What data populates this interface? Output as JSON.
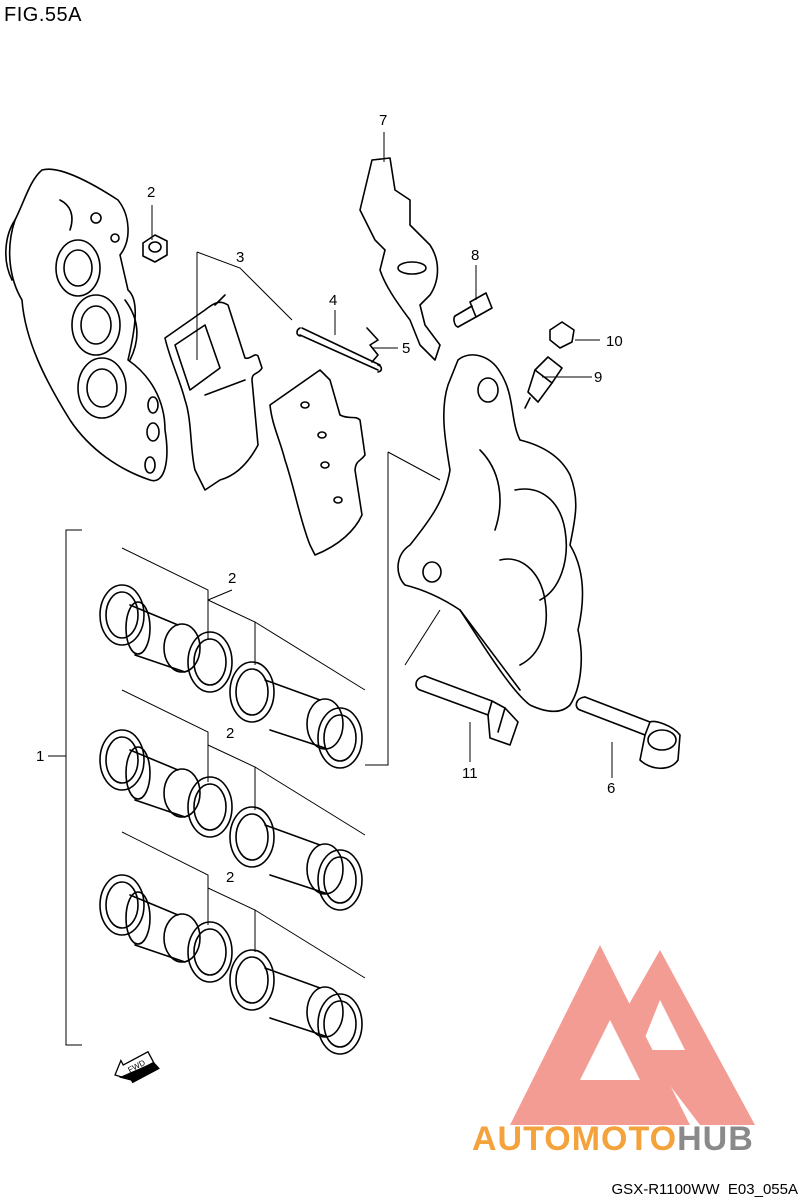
{
  "figure": {
    "title": "FIG.55A",
    "code": "GSX-R1100WW  E03_055A"
  },
  "callouts": {
    "c1": "1",
    "c2a": "2",
    "c2b": "2",
    "c2c": "2",
    "c2d": "2",
    "c3": "3",
    "c4": "4",
    "c5": "5",
    "c6": "6",
    "c7": "7",
    "c8": "8",
    "c9": "9",
    "c10": "10",
    "c11": "11"
  },
  "fwd_arrow": "FWD",
  "watermark": {
    "part1": "AUTO",
    "part2": "MOTO",
    "part3": "HUB",
    "colors": {
      "logo": "#f28b82",
      "accent": "#f4a33c",
      "grey": "#8a8a8a"
    }
  }
}
